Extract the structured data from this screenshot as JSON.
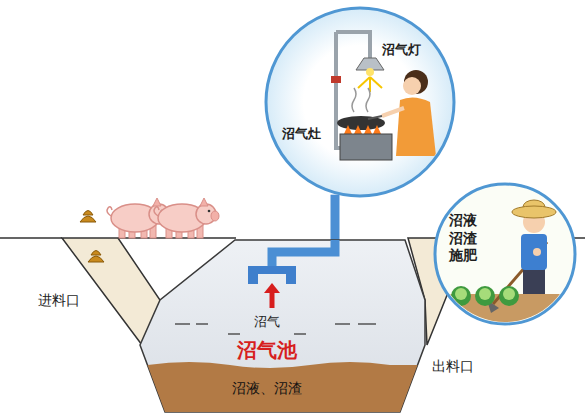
{
  "diagram": {
    "nodes": [
      {
        "text": [
          "沼气灯",
          "沼气灶"
        ]
      },
      {
        "text": [
          "沼液 沼渣 施肥"
        ]
      },
      {
        "text": [
          "沼气",
          "沼气池",
          "沼液、沼渣"
        ]
      }
    ],
    "edges": [
      {
        "from": 2,
        "to": 0,
        "arrow": "none"
      }
    ],
    "labels": [
      "进料口",
      "出料口"
    ]
  }
}
